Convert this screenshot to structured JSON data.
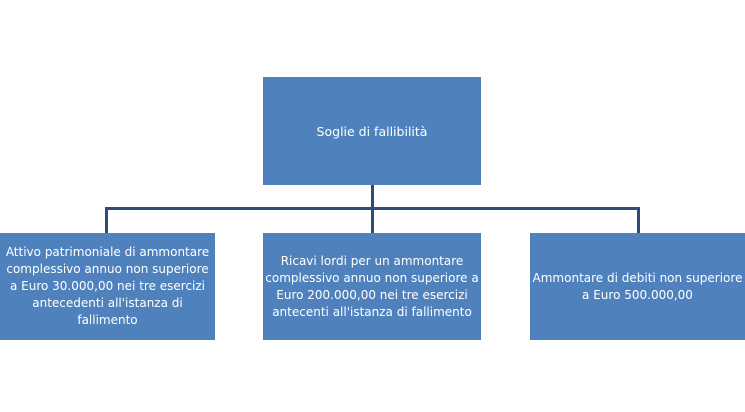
{
  "diagram": {
    "root": {
      "label": "Soglie di fallibilità"
    },
    "children": [
      {
        "label": "Attivo patrimoniale di ammontare complessivo annuo non superiore a Euro 30.000,00 nei tre esercizi antecedenti all'istanza di fallimento"
      },
      {
        "label": "Ricavi lordi per un ammontare complessivo annuo non superiore a Euro 200.000,00 nei tre esercizi antecenti all'istanza di fallimento"
      },
      {
        "label": "Ammontare di debiti non superiore a Euro 500.000,00"
      }
    ]
  },
  "colors": {
    "node_fill": "#4f81bd",
    "connector": "#2c4d75",
    "text": "#ffffff"
  }
}
